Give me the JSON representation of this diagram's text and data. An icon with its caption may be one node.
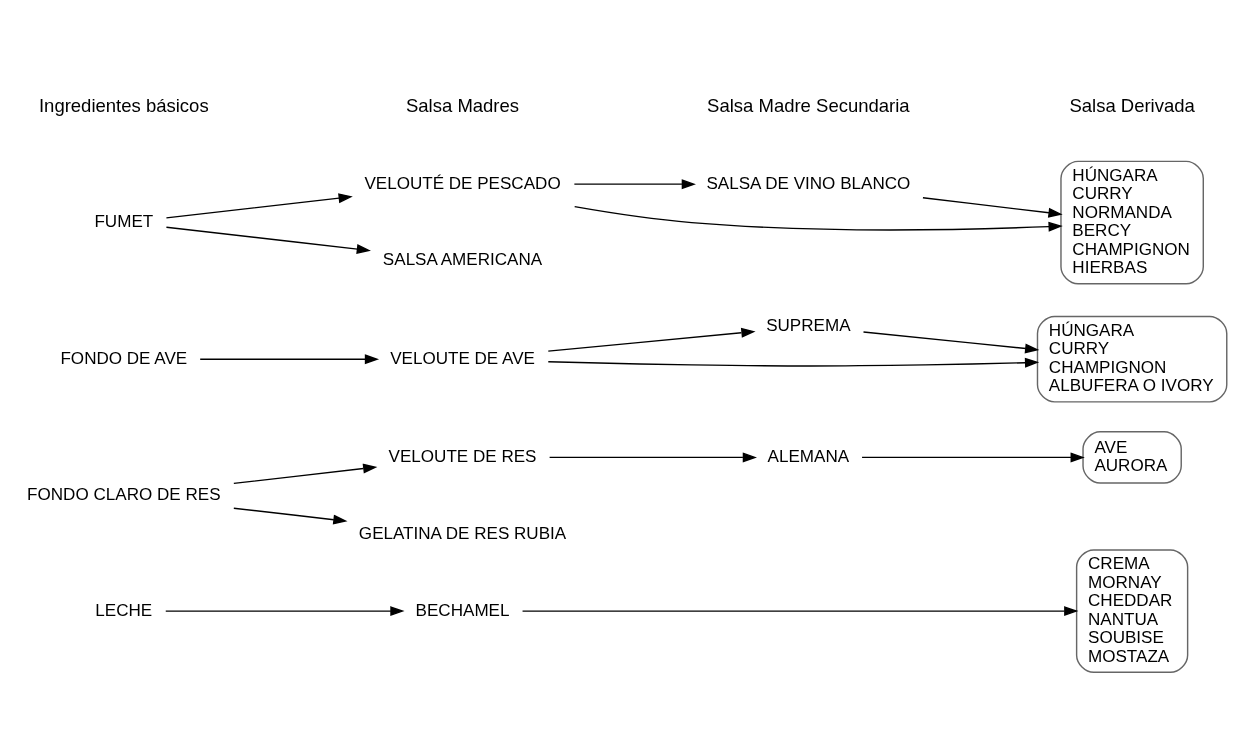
{
  "diagram": {
    "nodes": [
      {
        "text": [
          "LECHE"
        ]
      },
      {
        "text": [
          "BECHAMEL"
        ]
      },
      {
        "text": [
          "CREMA",
          "MORNAY",
          "CHEDDAR",
          "NANTUA",
          "SOUBISE",
          "MOSTAZA"
        ]
      },
      {
        "text": [
          "FONDO CLARO DE RES"
        ]
      },
      {
        "text": [
          "VELOUTE DE RES"
        ]
      },
      {
        "text": [
          "ALEMANA"
        ]
      },
      {
        "text": [
          "AVE",
          "AURORA"
        ]
      },
      {
        "text": [
          "GELATINA DE RES RUBIA"
        ]
      },
      {
        "text": [
          "FONDO DE AVE"
        ]
      },
      {
        "text": [
          "VELOUTE DE AVE"
        ]
      },
      {
        "text": [
          "SUPREMA"
        ]
      },
      {
        "text": [
          "HÚNGARA",
          "CURRY",
          "CHAMPIGNON",
          "ALBUFERA O IVORY"
        ]
      },
      {
        "text": [
          "FUMET"
        ]
      },
      {
        "text": [
          "VELOUTÉ DE PESCADO"
        ]
      },
      {
        "text": [
          "SALSA DE VINO BLANCO"
        ]
      },
      {
        "text": [
          "HÚNGARA",
          "CURRY",
          "NORMANDA",
          "BERCY",
          "CHAMPIGNON",
          "HIERBAS"
        ]
      },
      {
        "text": [
          "SALSA AMERICANA"
        ]
      }
    ],
    "edges": [
      {
        "from": 0,
        "to": 1,
        "arrow": "to"
      },
      {
        "from": 1,
        "to": 2,
        "arrow": "to"
      },
      {
        "from": 3,
        "to": 4,
        "arrow": "to"
      },
      {
        "from": 3,
        "to": 7,
        "arrow": "to"
      },
      {
        "from": 4,
        "to": 5,
        "arrow": "to"
      },
      {
        "from": 5,
        "to": 6,
        "arrow": "to"
      },
      {
        "from": 8,
        "to": 9,
        "arrow": "to"
      },
      {
        "from": 9,
        "to": 10,
        "arrow": "to"
      },
      {
        "from": 10,
        "to": 11,
        "arrow": "to"
      },
      {
        "from": 9,
        "to": 11,
        "arrow": "to"
      },
      {
        "from": 12,
        "to": 13,
        "arrow": "to"
      },
      {
        "from": 13,
        "to": 14,
        "arrow": "to"
      },
      {
        "from": 14,
        "to": 15,
        "arrow": "to"
      },
      {
        "from": 13,
        "to": 15,
        "arrow": "to"
      },
      {
        "from": 12,
        "to": 16,
        "arrow": "to"
      }
    ],
    "labels": [
      "Ingredientes básicos",
      "Salsa Madres",
      "Salsa Madre Secundaria",
      "Salsa Derivada"
    ]
  }
}
